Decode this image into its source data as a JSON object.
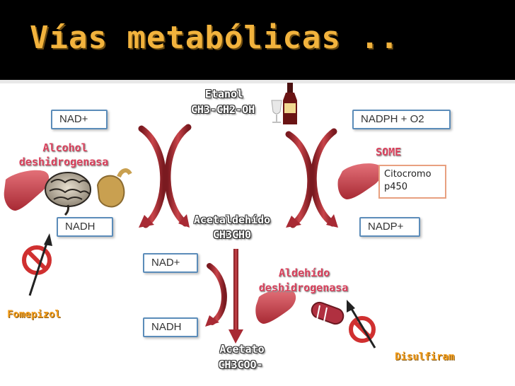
{
  "title": "Vías metabólicas ..",
  "colors": {
    "title": "#f2b33d",
    "header_bg": "#000000",
    "arrow": "#b8333a",
    "box_border": "#5b8cb9",
    "enzyme_text": "#d9415c",
    "inhibitor_text": "#f5a020",
    "liver": "#c8404a",
    "no_sign": "#d03030"
  },
  "nodes": {
    "etanol_name": "Etanol",
    "etanol_formula": "CH3-CH2-OH",
    "acetaldehido_name": "Acetaldehído",
    "acetaldehido_formula": "CH3CH0",
    "acetato_name": "Acetato",
    "acetato_formula": "CH3COO-"
  },
  "cofactors": {
    "nad_plus_1": "NAD+",
    "nadh_1": "NADH",
    "nadph_o2": "NADPH + O2",
    "nadp_plus": "NADP+",
    "nad_plus_2": "NAD+",
    "nadh_2": "NADH"
  },
  "enzymes": {
    "adh_line1": "Alcohol",
    "adh_line2": "deshidrogenasa",
    "some": "SOME",
    "aldh_line1": "Aldehído",
    "aldh_line2": "deshidrogenasa"
  },
  "cytochrome": {
    "line1": "Citocromo",
    "line2": "p450"
  },
  "inhibitors": {
    "fomepizol": "Fomepizol",
    "disulfiram": "Disulfiram"
  },
  "icons": [
    "liver-icon",
    "brain-icon",
    "stomach-icon",
    "wine-bottle-icon",
    "wine-glass-icon",
    "no-sign-icon",
    "pill-icon",
    "arrow-icon"
  ]
}
